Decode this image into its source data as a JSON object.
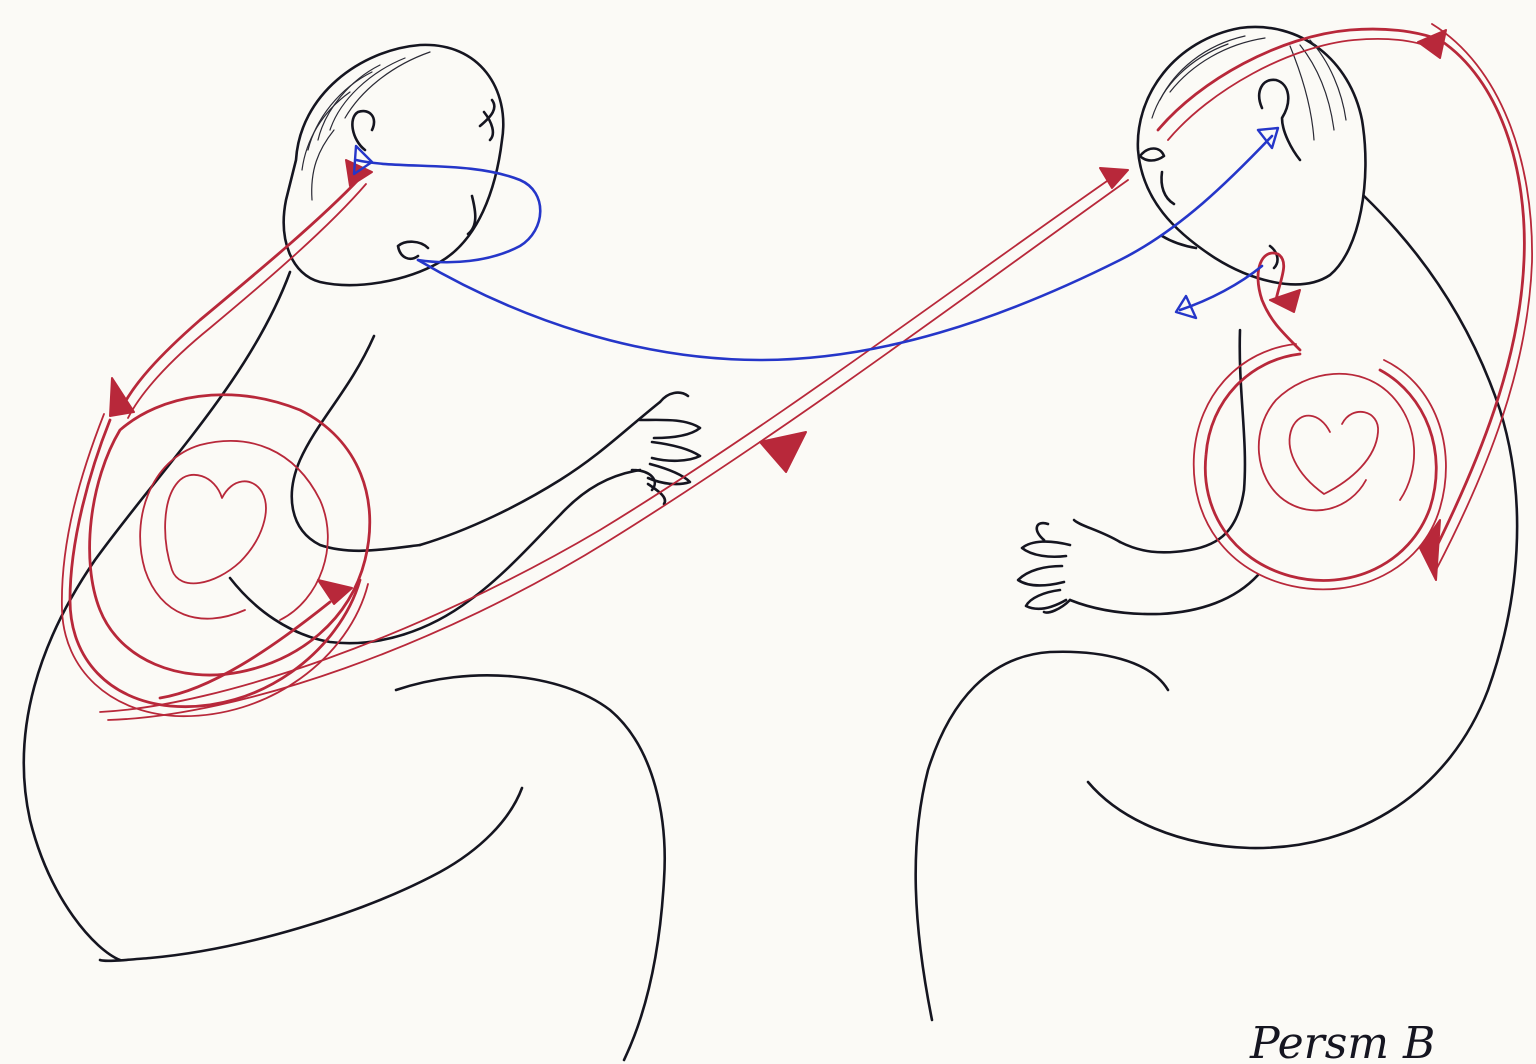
{
  "drawing": {
    "caption": "Persm B",
    "colors": {
      "paper": "#fbfaf6",
      "black_ink": "#151520",
      "red_ink": "#b8283a",
      "blue_ink": "#2536c9"
    },
    "figures": [
      {
        "id": "person-left",
        "heart_color": "#b8283a"
      },
      {
        "id": "person-right",
        "heart_color": "#b8283a"
      }
    ],
    "icons": [
      "heart-spiral-icon",
      "heart-spiral-icon",
      "arrowhead-icon"
    ]
  }
}
